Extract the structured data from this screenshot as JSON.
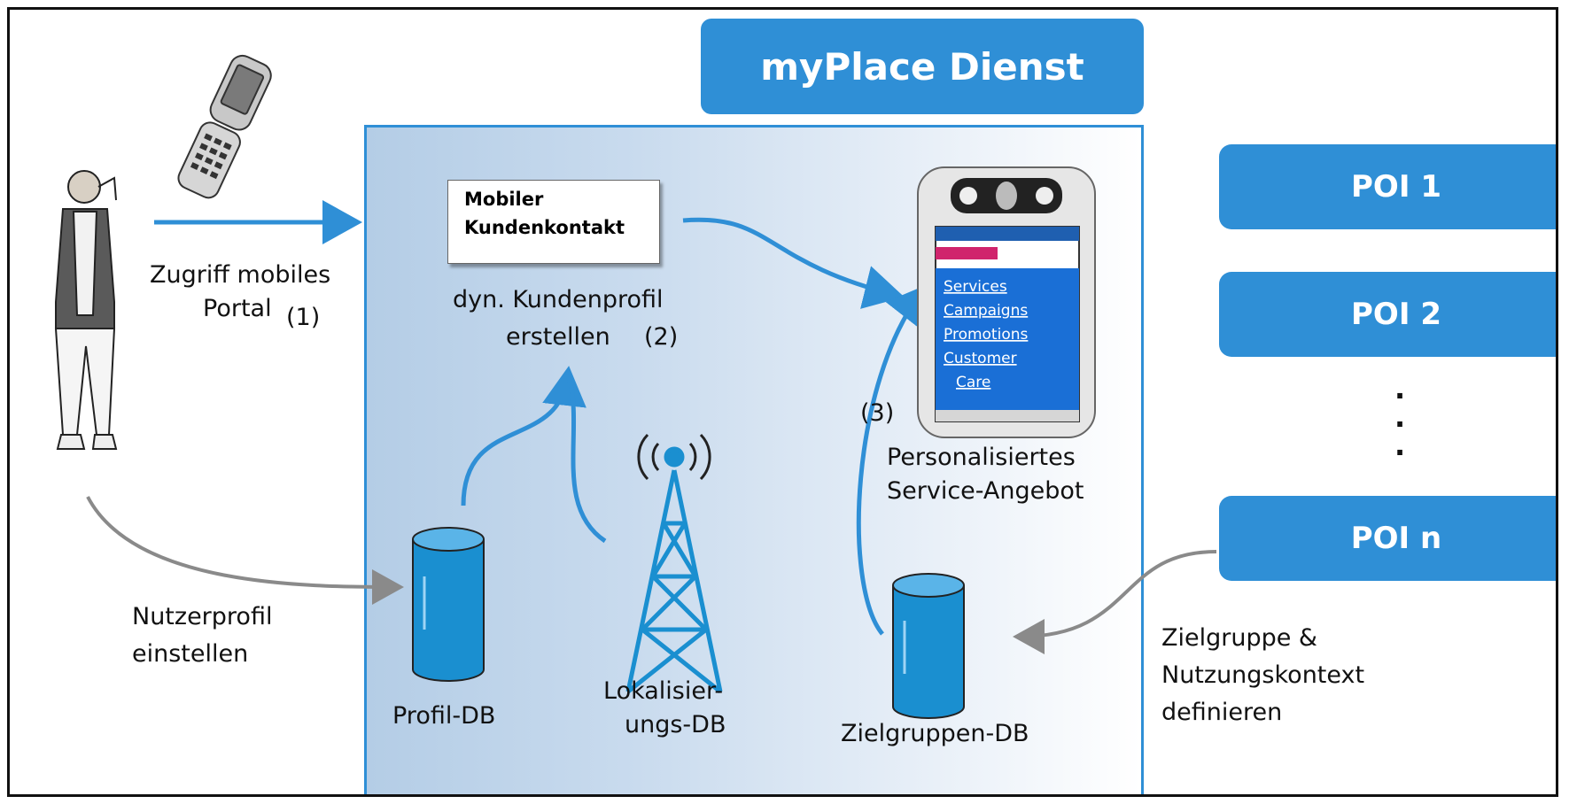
{
  "title": "myPlace Dienst",
  "labels": {
    "access_line1": "Zugriff mobiles",
    "access_line2": "Portal",
    "access_step": "(1)",
    "profile_line1": "dyn. Kundenprofil",
    "profile_line2": "erstellen",
    "profile_step": "(2)",
    "offer_step": "(3)",
    "offer_line1": "Personalisiertes",
    "offer_line2": "Service-Angebot",
    "user_profile_line1": "Nutzerprofil",
    "user_profile_line2": "einstellen",
    "profile_db": "Profil-DB",
    "loc_db_line1": "Lokalisier-",
    "loc_db_line2": "ungs-DB",
    "target_db": "Zielgruppen-DB",
    "target_line1": "Zielgruppe &",
    "target_line2": "Nutzungskontext",
    "target_line3": "definieren"
  },
  "note": {
    "line1": "Mobiler",
    "line2": "Kundenkontakt"
  },
  "phone_menu": [
    "Services",
    "Campaigns",
    "Promotions",
    "Customer",
    "Care"
  ],
  "pois": [
    "POI 1",
    "POI 2",
    "POI n"
  ],
  "colors": {
    "accent": "#2f8fd6",
    "db_fill": "#1a8fd0",
    "gray_arrow": "#8a8a8a"
  },
  "icons": [
    "person-icon",
    "flip-phone-icon",
    "pda-phone-icon",
    "cell-tower-icon",
    "database-icon"
  ]
}
